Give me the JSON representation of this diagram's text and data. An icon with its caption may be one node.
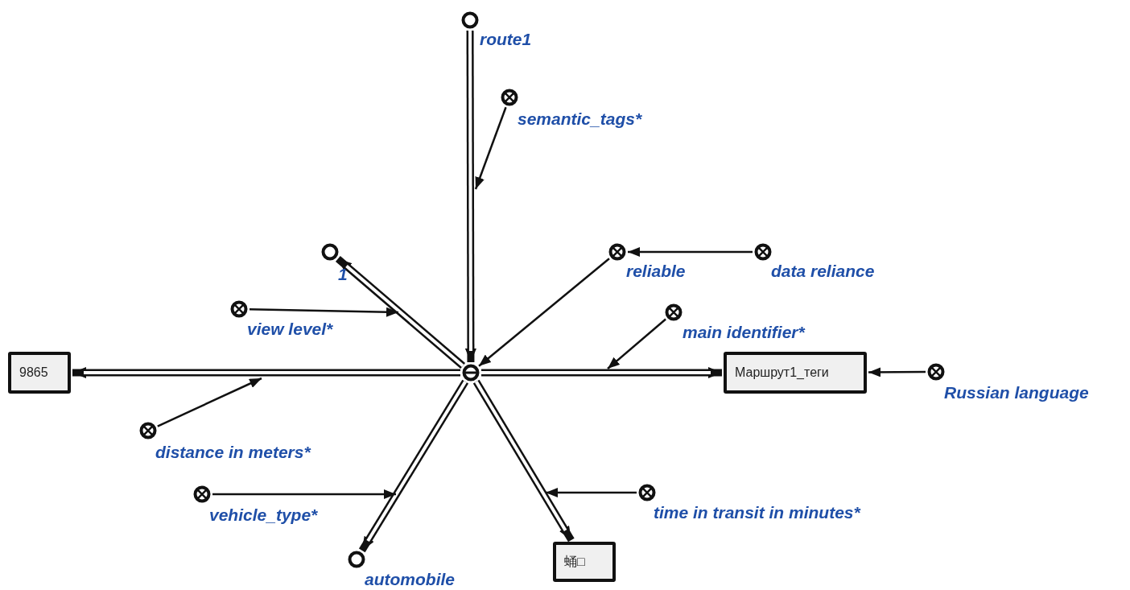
{
  "diagram": {
    "nodes": [
      {
        "text": [],
        "shape": "circle"
      },
      {
        "text": [
          "route1"
        ]
      },
      {
        "text": [
          "semantic_tags*"
        ]
      },
      {
        "text": [
          "1"
        ]
      },
      {
        "text": [
          "reliable"
        ]
      },
      {
        "text": [
          "data reliance"
        ]
      },
      {
        "text": [
          "view level*"
        ]
      },
      {
        "text": [
          "main identifier*"
        ]
      },
      {
        "text": [
          "9865"
        ]
      },
      {
        "text": [
          "Маршрут1_теги"
        ]
      },
      {
        "text": [
          "Russian language"
        ]
      },
      {
        "text": [
          "distance in meters*"
        ]
      },
      {
        "text": [
          "vehicle_type*"
        ]
      },
      {
        "text": [
          "time in transit in minutes*"
        ]
      },
      {
        "text": [
          "automobile"
        ]
      },
      {
        "text": [
          "蛹□"
        ]
      }
    ],
    "edges": [
      {
        "from": 1,
        "to": 0,
        "arrow": "to",
        "style": "thick"
      },
      {
        "from": 0,
        "to": 3,
        "arrow": "to",
        "style": "thick"
      },
      {
        "from": 0,
        "to": 8,
        "arrow": "to",
        "style": "thick"
      },
      {
        "from": 0,
        "to": 9,
        "arrow": "to",
        "style": "thick"
      },
      {
        "from": 0,
        "to": 14,
        "arrow": "to",
        "style": "thick"
      },
      {
        "from": 0,
        "to": 15,
        "arrow": "to",
        "style": "thick"
      },
      {
        "from": 4,
        "to": 0,
        "arrow": "to"
      },
      {
        "from": 5,
        "to": 4,
        "arrow": "to"
      },
      {
        "from": 10,
        "to": 9,
        "arrow": "to"
      },
      {
        "from": 2,
        "to": null,
        "arrow": "to"
      },
      {
        "from": 6,
        "to": null,
        "arrow": "to"
      },
      {
        "from": 7,
        "to": null,
        "arrow": "to"
      },
      {
        "from": 11,
        "to": null,
        "arrow": "to"
      },
      {
        "from": 12,
        "to": null,
        "arrow": "to"
      },
      {
        "from": 13,
        "to": null,
        "arrow": "to"
      }
    ]
  }
}
